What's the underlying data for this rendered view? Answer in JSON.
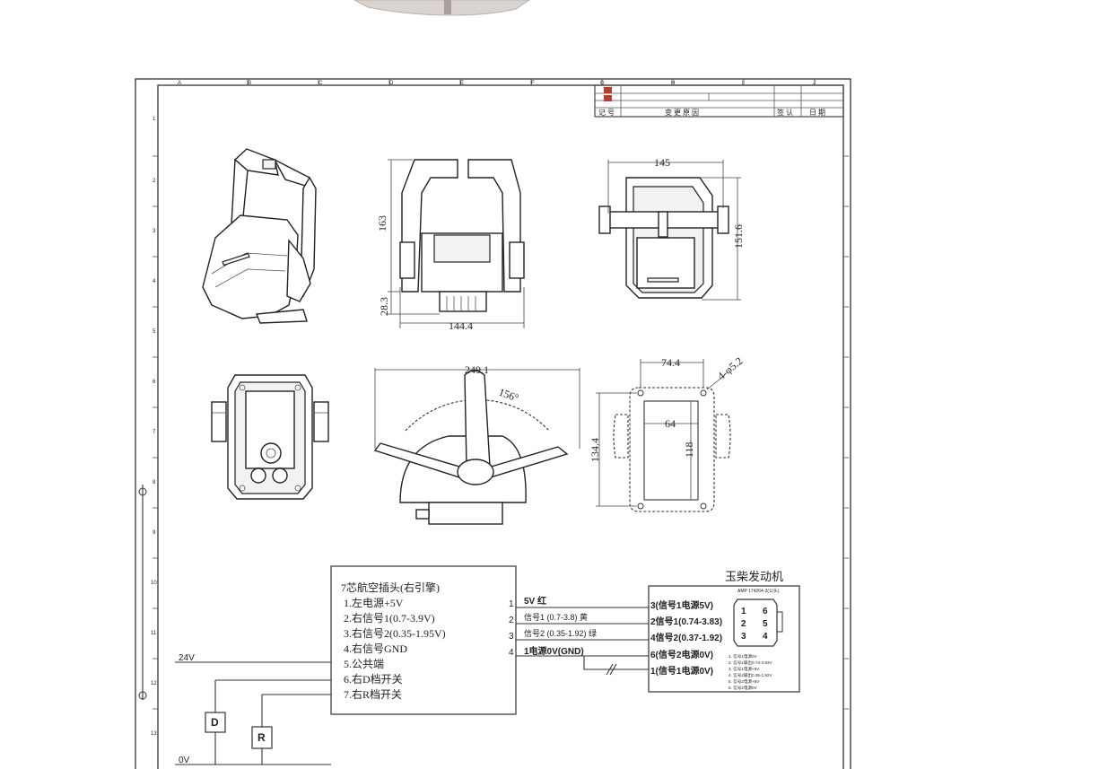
{
  "drawing": {
    "col_labels": [
      "A",
      "B",
      "C",
      "D",
      "E",
      "F",
      "G",
      "H",
      "I",
      "J"
    ],
    "row_labels": [
      "1",
      "2",
      "3",
      "4",
      "5",
      "6",
      "7",
      "8",
      "9",
      "10",
      "11",
      "12",
      "13"
    ],
    "revision_block": {
      "mark_header": "记 号",
      "reason_header": "变 更 原 因",
      "sign_header": "签 认",
      "date_header": "日 期"
    }
  },
  "dimensions": {
    "side_height": "163",
    "side_base": "28.3",
    "side_width": "144.4",
    "top_width": "145",
    "top_height": "151.6",
    "arc_width": "249.1",
    "arc_angle": "156°",
    "template_width": "74.4",
    "template_holes": "4-φ5.2",
    "template_inner_width": "64",
    "template_inner_height": "118",
    "template_height": "134.4"
  },
  "connector": {
    "title": "7芯航空插头(右引擎)",
    "pins": [
      "1.左电源+5V",
      "2.右信号1(0.7-3.9V)",
      "3.右信号2(0.35-1.95V)",
      "4.右信号GND",
      "5.公共端",
      "6.右D档开关",
      "7.右R档开关"
    ],
    "wire_numbers": [
      "1",
      "2",
      "3",
      "4"
    ],
    "wire_labels": [
      "5V 红",
      "信号1 (0.7-3.8) 黄",
      "信号2 (0.35-1.92) 绿",
      "1电源0V(GND)"
    ],
    "supply_24v": "24V",
    "supply_0v": "0V",
    "switch_d": "D",
    "switch_r": "R"
  },
  "engine": {
    "title": "玉柴发动机",
    "pins": [
      "3(信号1电源5V)",
      "2信号1(0.74-3.83)",
      "4信号2(0.37-1.92)",
      "6(信号2电源0V)",
      "1(信号1电源0V)"
    ],
    "amp_label": "AMP 174264-2(公头)",
    "plug_numbers": [
      "1",
      "6",
      "2",
      "5",
      "3",
      "4"
    ],
    "notes": [
      "1. 信号1电源0V",
      "2. 信号1输出0.74-3.83V",
      "3. 信号1电源+5V",
      "4. 信号2输出0.35-1.92V",
      "5. 信号2电源+5V",
      "6. 信号2电源0V"
    ]
  }
}
